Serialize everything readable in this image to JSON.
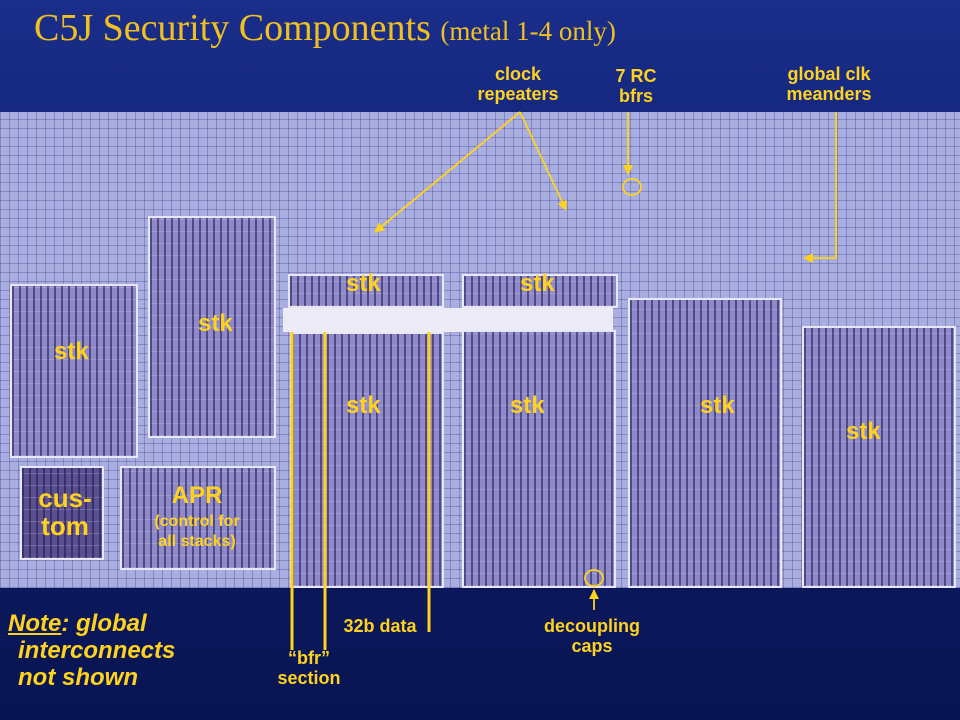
{
  "title": {
    "main": "C5J Security Components",
    "sub": "(metal 1-4 only)"
  },
  "annotations": {
    "clock_repeaters": "clock\nrepeaters",
    "rc_buffers": "7 RC\nbfrs",
    "global_clk": "global clk\nmeanders",
    "data_32b": "32b data",
    "bfr_section": "“bfr”\nsection",
    "decoupling": "decoupling\ncaps"
  },
  "blocks": {
    "stk_labels": [
      "stk",
      "stk",
      "stk",
      "stk",
      "stk",
      "stk",
      "stk",
      "stk"
    ],
    "custom": "cus-\ntom",
    "apr_title": "APR",
    "apr_sub": "(control for\nall stacks)"
  },
  "note": {
    "lead": "Note",
    "rest": ": global",
    "line2": "interconnects",
    "line3": "not shown"
  },
  "colors": {
    "label": "#ffd21e",
    "title": "#f0c020",
    "background": "#0f2070"
  }
}
